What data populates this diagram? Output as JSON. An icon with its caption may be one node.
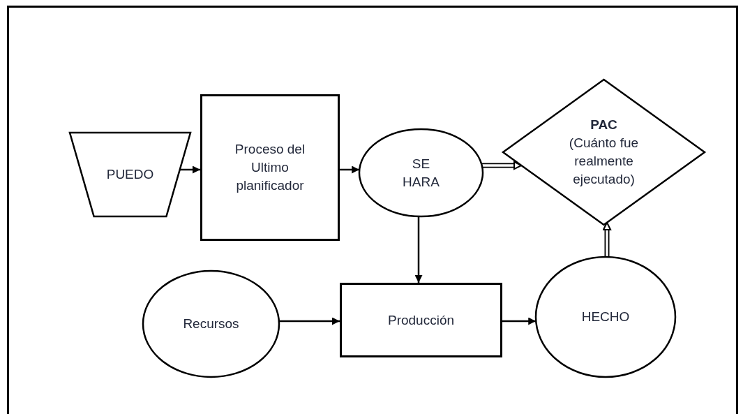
{
  "diagram": {
    "nodes": [
      {
        "text": [
          "PUEDO"
        ]
      },
      {
        "text": [
          "Proceso del Ultimo planificador"
        ]
      },
      {
        "text": [
          "SE HARA"
        ]
      },
      {
        "text": [
          "PAC",
          "(Cuánto fue realmente ejecutado)"
        ]
      },
      {
        "text": [
          "Recursos"
        ]
      },
      {
        "text": [
          "Producción"
        ]
      },
      {
        "text": [
          "HECHO"
        ]
      }
    ],
    "edges": [
      {
        "from": 0,
        "to": 1,
        "arrow": "to"
      },
      {
        "from": 1,
        "to": 2,
        "arrow": "to"
      },
      {
        "from": 2,
        "to": 3,
        "arrow": "to",
        "style": "thick"
      },
      {
        "from": 2,
        "to": 5,
        "arrow": "to"
      },
      {
        "from": 4,
        "to": 5,
        "arrow": "to"
      },
      {
        "from": 5,
        "to": 6,
        "arrow": "to"
      },
      {
        "from": 6,
        "to": 3,
        "arrow": "to",
        "style": "thick"
      }
    ]
  }
}
